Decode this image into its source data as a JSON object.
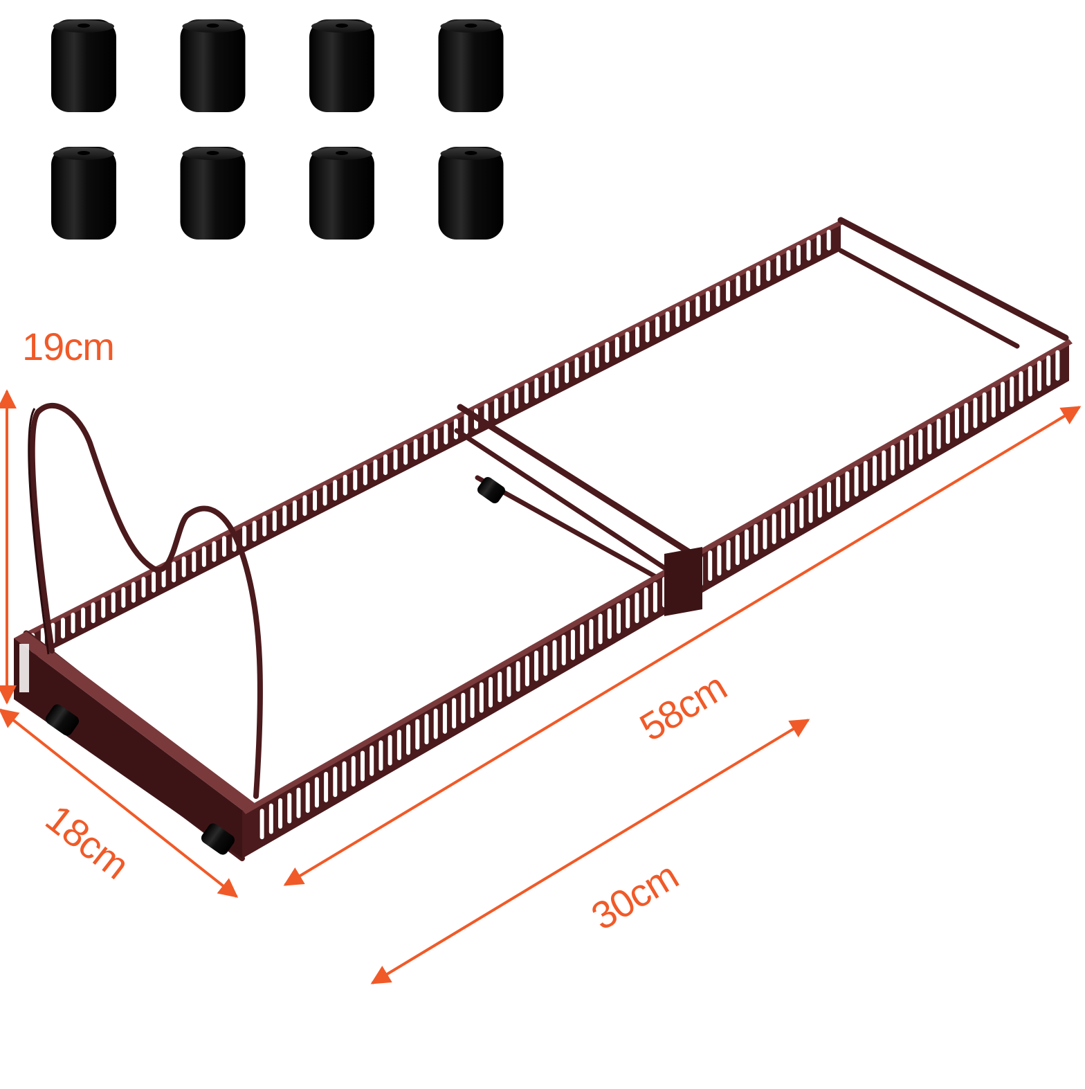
{
  "accessories": {
    "name": "rubber feet",
    "count": 8
  },
  "rack": {
    "frame_color": "#4a1a1c",
    "frame_highlight": "#7a3a3c",
    "foot_color": "#111111"
  },
  "dimensions": {
    "color": "#f05a28",
    "height": "19cm",
    "depth": "18cm",
    "length_extended": "58cm",
    "length_collapsed": "30cm"
  }
}
